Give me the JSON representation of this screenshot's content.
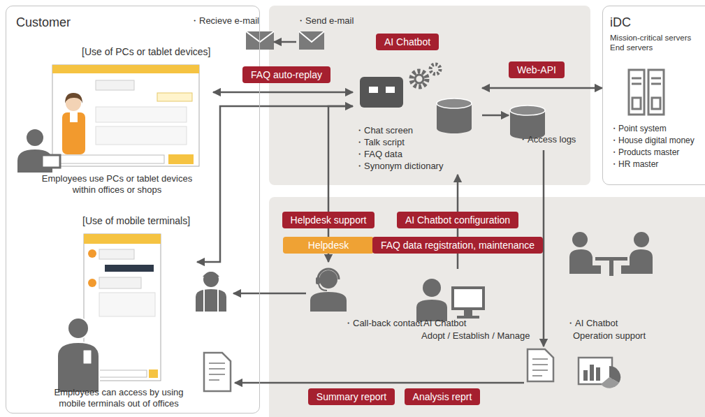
{
  "diagram": {
    "nodes": [
      {
        "text": [
          "Customer"
        ]
      },
      {
        "text": [
          "[Use of PCs or tablet devices]",
          "Employees use PCs or tablet devices within offices or shops"
        ],
        "in": 0
      },
      {
        "text": [
          "[Use of mobile terminals]",
          "Employees can access by using mobile terminals out of offices"
        ],
        "in": 0
      },
      {
        "text": [
          "・Recieve e-mail"
        ],
        "in": 0
      },
      {
        "text": [
          "・Send e-mail"
        ]
      },
      {
        "text": [
          "・Chat screen",
          "・Talk script",
          "・FAQ data",
          "・Synonym dictionary"
        ]
      },
      {
        "text": [
          "AI Chatbot"
        ]
      },
      {
        "text": [
          "・Access logs"
        ]
      },
      {
        "text": [
          "iDC",
          "Mission-critical servers End servers",
          "・Point system",
          "・House digital money",
          "・Products master",
          "・HR master"
        ]
      },
      {
        "text": [
          "Web-API"
        ]
      },
      {
        "text": [
          "FAQ auto-replay"
        ]
      },
      {
        "text": [
          "Helpdesk support"
        ]
      },
      {
        "text": [
          "AI Chatbot configuration"
        ]
      },
      {
        "text": [
          "Helpdesk"
        ]
      },
      {
        "text": [
          "FAQ data registration, maintenance"
        ]
      },
      {
        "text": [
          "・Call-back contact"
        ]
      },
      {
        "text": [
          "・AI Chatbot",
          "Adopt / Establish / Manage"
        ]
      },
      {
        "text": [
          "・AI Chatbot",
          "Operation support"
        ]
      },
      {
        "text": [
          "Summary report"
        ]
      },
      {
        "text": [
          "Analysis reprt"
        ]
      }
    ],
    "edges": [
      {
        "from": 4,
        "to": 3,
        "arrow": "to"
      },
      {
        "from": 1,
        "to": 5,
        "arrow": "both"
      },
      {
        "from": 5,
        "to": 2,
        "arrow": "both"
      },
      {
        "from": 5,
        "to": 15,
        "arrow": "to"
      },
      {
        "from": 16,
        "to": 5,
        "arrow": "to"
      },
      {
        "from": 5,
        "to": 7,
        "arrow": "to"
      },
      {
        "from": 5,
        "to": 8,
        "arrow": "both"
      }
    ]
  }
}
